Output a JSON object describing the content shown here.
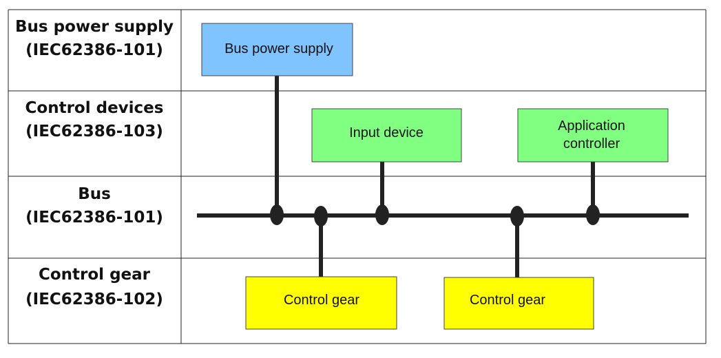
{
  "rows": [
    {
      "name": "Bus power supply",
      "standard": "(IEC62386-101)"
    },
    {
      "name": "Control devices",
      "standard": "(IEC62386-103)"
    },
    {
      "name": "Bus",
      "standard": "(IEC62386-101)"
    },
    {
      "name": "Control gear",
      "standard": "(IEC62386-102)"
    }
  ],
  "boxes": {
    "bus_power_supply": {
      "line1": "Bus power supply"
    },
    "input_device": {
      "line1": "Input device"
    },
    "application_controller": {
      "line1": "Application",
      "line2": "controller"
    },
    "control_gear_1": {
      "line1": "Control gear"
    },
    "control_gear_2": {
      "line1": "Control gear"
    }
  },
  "colors": {
    "bus_power_supply": "#80c4ff",
    "control_devices": "#80ff80",
    "control_gear": "#ffff00",
    "wires": "#222222"
  }
}
